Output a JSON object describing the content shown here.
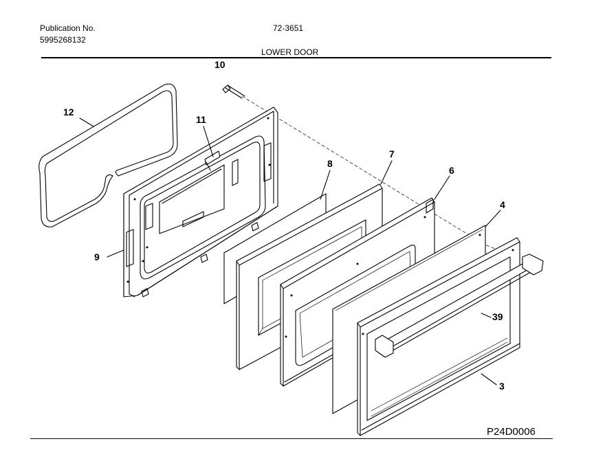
{
  "header": {
    "pub_label": "Publication No.",
    "pub_number": "5995268132",
    "model": "72-3651",
    "section_title": "LOWER DOOR"
  },
  "footer": {
    "diagram_code": "P24D0006"
  },
  "callouts": [
    {
      "id": "10",
      "label": "10"
    },
    {
      "id": "12",
      "label": "12"
    },
    {
      "id": "11",
      "label": "11"
    },
    {
      "id": "8",
      "label": "8"
    },
    {
      "id": "7",
      "label": "7"
    },
    {
      "id": "6",
      "label": "6"
    },
    {
      "id": "9",
      "label": "9"
    },
    {
      "id": "4",
      "label": "4"
    },
    {
      "id": "39",
      "label": "39"
    },
    {
      "id": "3",
      "label": "3"
    }
  ]
}
